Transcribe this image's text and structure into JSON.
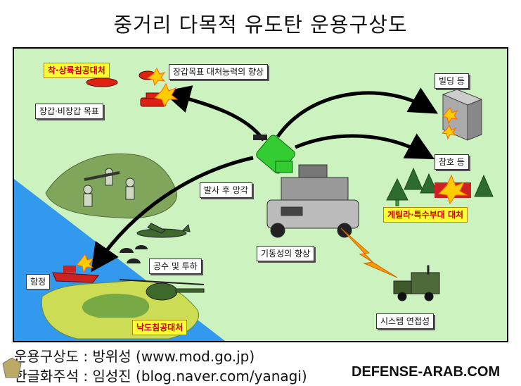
{
  "title": "중거리 다목적 유도탄 운용구상도",
  "labels": {
    "anti_landing": "착·상륙침공대처",
    "armored_targets": "장갑·비장갑 목표",
    "armor_capability": "장갑목표 대처능력의 향상",
    "building": "빌딩 등",
    "trench": "참호 등",
    "guerrilla": "게릴라·특수부대 대처",
    "fire_and_forget": "발사 후 망각",
    "mobility": "기동성의 향상",
    "airdrop": "공수 및 투하",
    "ship": "함정",
    "airborne_assault": "낙도침공대처",
    "system_link": "시스템 연접성"
  },
  "footer": {
    "source": "운용구상도 : 방위성 (www.mod.go.jp)",
    "annotation": "한글화주석 : 임성진 (blog.naver.com/yanagi)",
    "watermark": "DEFENSE-ARAB.COM"
  },
  "colors": {
    "land": "#ccf2c0",
    "sea": "#3399ee",
    "island": "#ccdd55",
    "label_highlight": "#ffff33",
    "label_highlight_text": "#cc0000",
    "missile": "#33cc33",
    "lightning": "#ff9900"
  }
}
